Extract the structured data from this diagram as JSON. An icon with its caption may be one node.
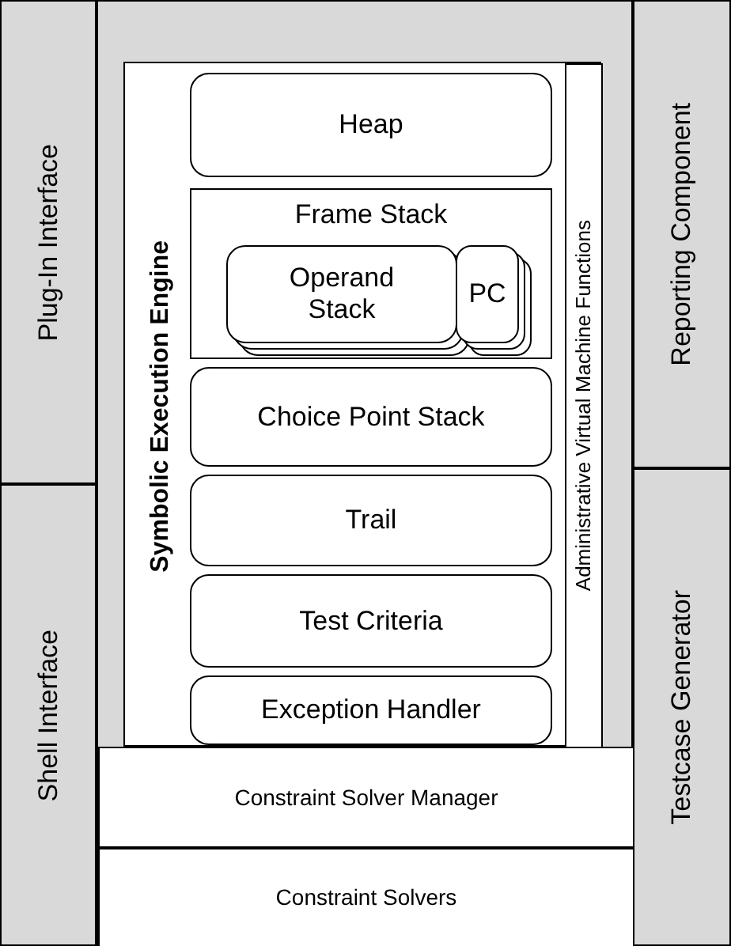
{
  "diagram": {
    "nodes": [
      {
        "text": [
          "Plug-In Interface"
        ]
      },
      {
        "text": [
          "Shell Interface"
        ]
      },
      {
        "text": [],
        "shape": "box"
      },
      {
        "text": [
          "Symbolic Execution Engine"
        ],
        "in": 2
      },
      {
        "text": [
          "Heap"
        ],
        "in": 3
      },
      {
        "text": [
          "Frame Stack"
        ],
        "in": 3
      },
      {
        "text": [
          "Operand Stack"
        ],
        "in": 5
      },
      {
        "text": [
          "PC"
        ],
        "in": 5
      },
      {
        "text": [
          "Choice Point Stack"
        ],
        "in": 3
      },
      {
        "text": [
          "Trail"
        ],
        "in": 3
      },
      {
        "text": [
          "Test Criteria"
        ],
        "in": 3
      },
      {
        "text": [
          "Exception Handler"
        ],
        "in": 3
      },
      {
        "text": [
          "Administrative Virtual Machine Functions"
        ],
        "in": 3
      },
      {
        "text": [
          "Constraint Solver Manager"
        ],
        "in": 2
      },
      {
        "text": [
          "Constraint Solvers"
        ],
        "in": 2
      },
      {
        "text": [
          "Reporting Component"
        ]
      },
      {
        "text": [
          "Testcase Generator"
        ]
      }
    ]
  }
}
